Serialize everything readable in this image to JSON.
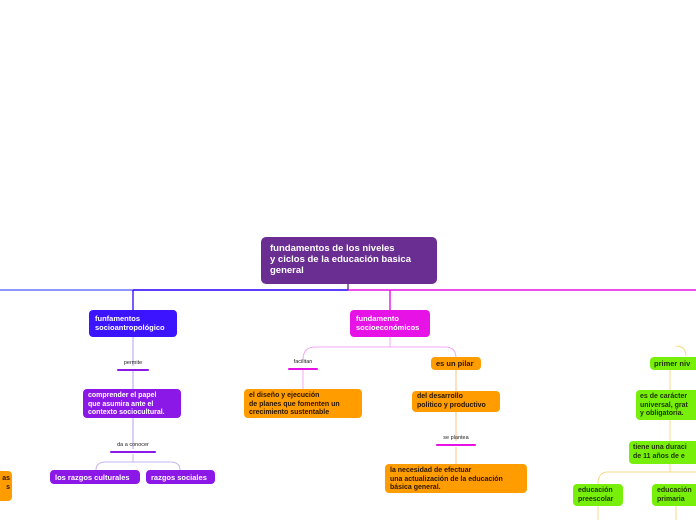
{
  "colors": {
    "root": "#6a2d91",
    "blue": "#3d14ff",
    "magenta": "#e612e6",
    "purple": "#8c18e8",
    "orange": "#ff9d00",
    "lime": "#78ef0a"
  },
  "root": {
    "text": "fundamentos de los niveles\ny ciclos de la educación basica\ngeneral"
  },
  "branches": {
    "socioantropologico": {
      "title": "funfamentos\nsocioantropológico",
      "link1": "permite",
      "child": "comprender el papel\nque asumira ante el\ncontexto sociocultural.",
      "link2": "da a conocer",
      "leaf1": "los razgos culturales",
      "leaf2": "razgos sociales",
      "cut_left": "as\ns"
    },
    "socioeconomicos": {
      "title": "fundamento\nsocioeconómicos",
      "link_facilitan": "facilitan",
      "facilitan_child": "el diseño y ejecución\nde planes que fomenten un\ncrecimiento sustentable",
      "pilar": "es un pilar",
      "pilar_child": "del desarrollo\npolitico y productivo",
      "link_plantea": "se plantea",
      "plantea_child": "la necesidad de efectuar\nuna actualización de la educación\nbásica general."
    },
    "primer_nivel": {
      "title": "primer niv",
      "child1": "es de carácter\nuniversal, grat\ny obligatoria.",
      "child2": "tiene una duraci\nde 11 años de e",
      "preescolar": "educación\npreescolar",
      "primaria": "educación\nprimaria"
    }
  }
}
